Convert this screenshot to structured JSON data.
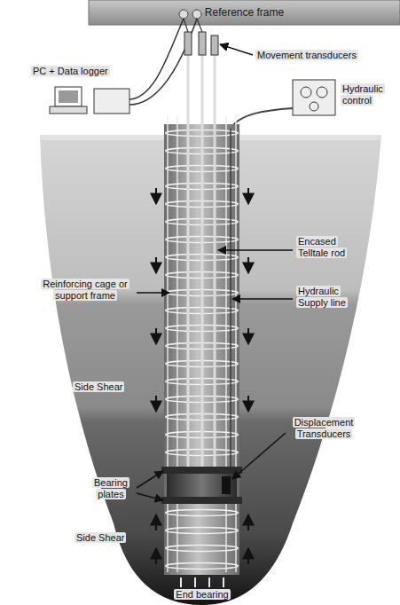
{
  "diagram": {
    "nodes": [
      {
        "text": [
          "Reference frame"
        ]
      }
    ],
    "labels": [
      "PC + Data logger",
      "Movement transducers",
      "Hydraulic control",
      "Encased Telltale rod",
      "Reinforcing cage or support frame",
      "Hydraulic Supply line",
      "Side Shear",
      "Displacement Transducers",
      "Bearing plates",
      "Side Shear",
      "End bearing"
    ]
  }
}
